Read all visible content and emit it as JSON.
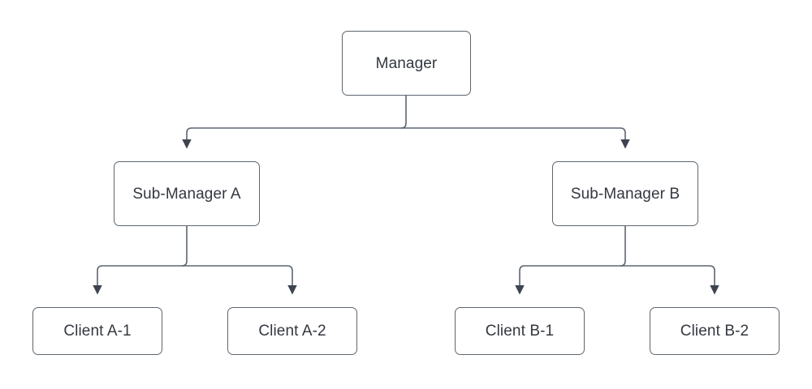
{
  "diagram": {
    "type": "org-chart",
    "title": "Manager hierarchy org chart",
    "background_color": "#ffffff",
    "edge_color": "#5d6670",
    "node_border_color": "#5d6670",
    "node_fill_color": "#ffffff",
    "text_color": "#333840",
    "nodes": [
      {
        "id": "manager",
        "label": "Manager",
        "level": 0
      },
      {
        "id": "submgr_a",
        "label": "Sub-Manager A",
        "level": 1
      },
      {
        "id": "submgr_b",
        "label": "Sub-Manager B",
        "level": 1
      },
      {
        "id": "client_a1",
        "label": "Client A-1",
        "level": 2
      },
      {
        "id": "client_a2",
        "label": "Client A-2",
        "level": 2
      },
      {
        "id": "client_b1",
        "label": "Client B-1",
        "level": 2
      },
      {
        "id": "client_b2",
        "label": "Client B-2",
        "level": 2
      }
    ],
    "edges": [
      {
        "from": "manager",
        "to": "submgr_a",
        "arrow": true
      },
      {
        "from": "manager",
        "to": "submgr_b",
        "arrow": true
      },
      {
        "from": "submgr_a",
        "to": "client_a1",
        "arrow": true
      },
      {
        "from": "submgr_a",
        "to": "client_a2",
        "arrow": true
      },
      {
        "from": "submgr_b",
        "to": "client_b1",
        "arrow": true
      },
      {
        "from": "submgr_b",
        "to": "client_b2",
        "arrow": true
      }
    ]
  }
}
